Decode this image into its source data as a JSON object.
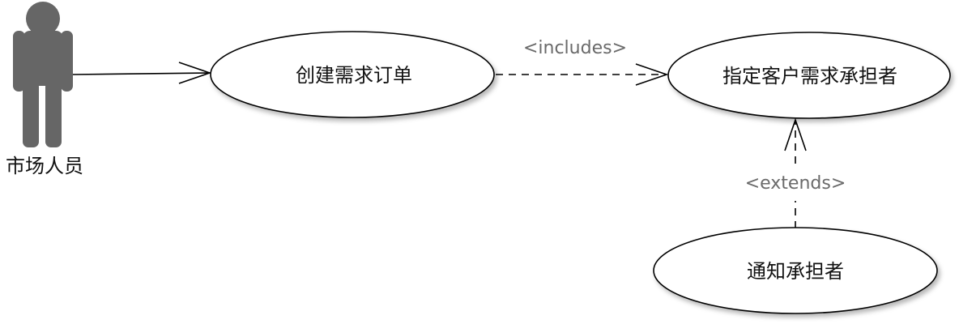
{
  "actor": {
    "name": "市场人员",
    "icon": "person-icon",
    "color": "#666666"
  },
  "use_cases": {
    "create_order": "创建需求订单",
    "assign_owner": "指定客户需求承担者",
    "notify_owner": "通知承担者"
  },
  "relationships": {
    "includes_label": "<includes>",
    "extends_label": "<extends>"
  }
}
